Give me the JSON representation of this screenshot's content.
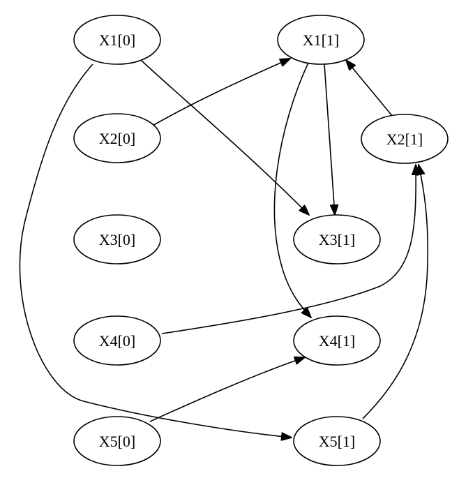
{
  "graph": {
    "nodes": [
      {
        "id": "x1_0",
        "label": "X1[0]"
      },
      {
        "id": "x2_0",
        "label": "X2[0]"
      },
      {
        "id": "x3_0",
        "label": "X3[0]"
      },
      {
        "id": "x4_0",
        "label": "X4[0]"
      },
      {
        "id": "x5_0",
        "label": "X5[0]"
      },
      {
        "id": "x1_1",
        "label": "X1[1]"
      },
      {
        "id": "x2_1",
        "label": "X2[1]"
      },
      {
        "id": "x3_1",
        "label": "X3[1]"
      },
      {
        "id": "x4_1",
        "label": "X4[1]"
      },
      {
        "id": "x5_1",
        "label": "X5[1]"
      }
    ],
    "edges": [
      {
        "from": "x1_0",
        "to": "x3_1"
      },
      {
        "from": "x1_0",
        "to": "x5_1"
      },
      {
        "from": "x2_0",
        "to": "x1_1"
      },
      {
        "from": "x1_1",
        "to": "x3_1"
      },
      {
        "from": "x1_1",
        "to": "x4_1"
      },
      {
        "from": "x2_1",
        "to": "x1_1"
      },
      {
        "from": "x4_0",
        "to": "x2_1"
      },
      {
        "from": "x5_0",
        "to": "x4_1"
      },
      {
        "from": "x5_1",
        "to": "x2_1"
      }
    ]
  }
}
